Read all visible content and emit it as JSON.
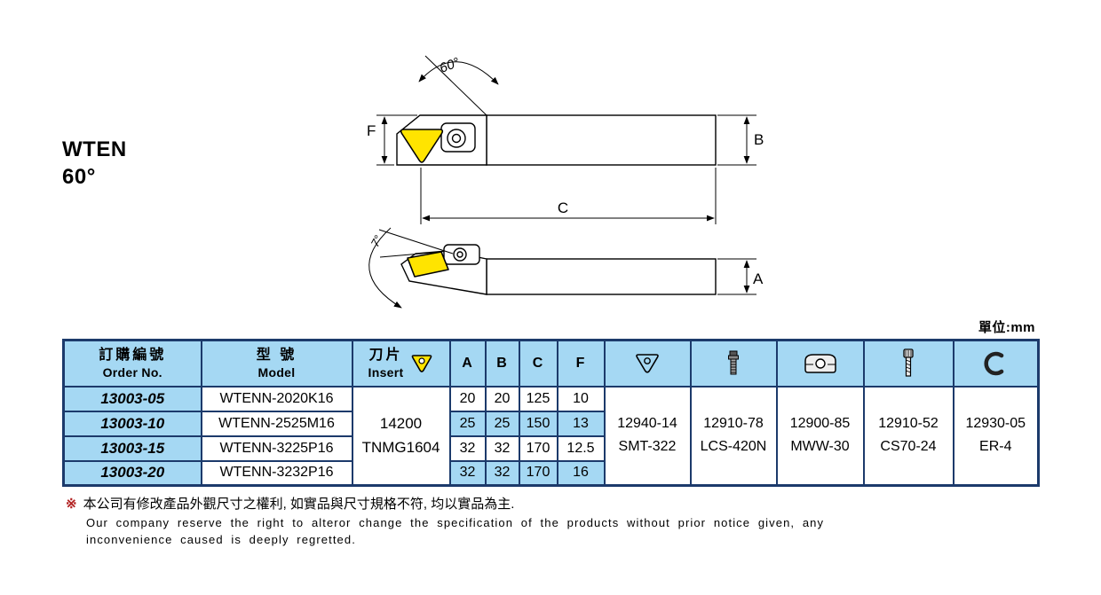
{
  "page": {
    "unit_label": "單位:mm",
    "colors": {
      "header_bg": "#A5D8F3",
      "table_border": "#1C3A6B",
      "insert_yellow": "#FFE400",
      "note_marker": "#B22222"
    }
  },
  "product": {
    "name": "WTEN",
    "angle": "60°"
  },
  "drawing": {
    "front_view": {
      "angle_label": "60°",
      "f_label": "F",
      "b_label": "B",
      "c_label": "C"
    },
    "top_view": {
      "angle_label": "7°",
      "a_label": "A"
    }
  },
  "table": {
    "headers": {
      "order_zh": "訂購編號",
      "order_en": "Order No.",
      "model_zh": "型 號",
      "model_en": "Model",
      "insert_zh": "刀片",
      "insert_en": "Insert",
      "col_a": "A",
      "col_b": "B",
      "col_c": "C",
      "col_f": "F"
    },
    "insert_cell": {
      "line1": "14200",
      "line2": "TNMG1604"
    },
    "rows": [
      {
        "order_no": "13003-05",
        "model": "WTENN-2020K16",
        "a": "20",
        "b": "20",
        "c": "125",
        "f": "10"
      },
      {
        "order_no": "13003-10",
        "model": "WTENN-2525M16",
        "a": "25",
        "b": "25",
        "c": "150",
        "f": "13"
      },
      {
        "order_no": "13003-15",
        "model": "WTENN-3225P16",
        "a": "32",
        "b": "32",
        "c": "170",
        "f": "12.5"
      },
      {
        "order_no": "13003-20",
        "model": "WTENN-3232P16",
        "a": "32",
        "b": "32",
        "c": "170",
        "f": "16"
      }
    ],
    "spare_parts": [
      {
        "name": "insert",
        "line1": "12940-14",
        "line2": "SMT-322"
      },
      {
        "name": "clamp-screw",
        "line1": "12910-78",
        "line2": "LCS-420N"
      },
      {
        "name": "clamp",
        "line1": "12900-85",
        "line2": "MWW-30"
      },
      {
        "name": "cap-screw",
        "line1": "12910-52",
        "line2": "CS70-24"
      },
      {
        "name": "e-ring",
        "line1": "12930-05",
        "line2": "ER-4"
      }
    ]
  },
  "footer": {
    "marker": "※",
    "note_zh": "本公司有修改產品外觀尺寸之權利, 如實品與尺寸規格不符, 均以實品為主.",
    "note_en_line1": "Our company reserve the right to alteror change the specification of the products without prior notice given, any",
    "note_en_line2": "inconvenience caused is deeply regretted."
  }
}
